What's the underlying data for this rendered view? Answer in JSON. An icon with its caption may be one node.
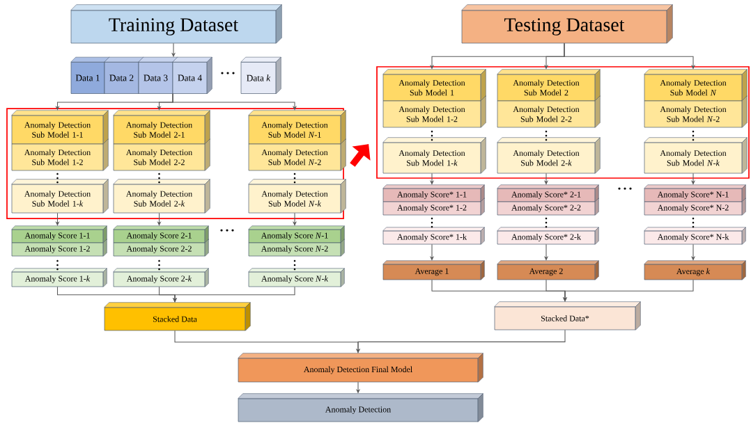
{
  "diagram": {
    "nodes": [
      {
        "text": [
          "Training Dataset"
        ]
      },
      {
        "text": [
          "Data 1"
        ]
      },
      {
        "text": [
          "Data 2"
        ]
      },
      {
        "text": [
          "Data 3"
        ]
      },
      {
        "text": [
          "Data 4"
        ]
      },
      {
        "text": [
          "Data *k*"
        ]
      },
      {
        "text": [],
        "shape": "box"
      },
      {
        "text": [
          "Anomaly Detection Sub Model 1-1"
        ],
        "in": 6
      },
      {
        "text": [
          "Anomaly Detection Sub Model 1-2"
        ],
        "in": 6
      },
      {
        "text": [
          "Anomaly Detection Sub Model 1-*k*"
        ],
        "in": 6
      },
      {
        "text": [
          "Anomaly Detection Sub Model 2-1"
        ],
        "in": 6
      },
      {
        "text": [
          "Anomaly Detection Sub Model 2-2"
        ],
        "in": 6
      },
      {
        "text": [
          "Anomaly Detection Sub Model 2-*k*"
        ],
        "in": 6
      },
      {
        "text": [
          "Anomaly Detection Sub Model *N*-1"
        ],
        "in": 6
      },
      {
        "text": [
          "Anomaly Detection Sub Model *N*-2"
        ],
        "in": 6
      },
      {
        "text": [
          "Anomaly Detection Sub Model *N*-*k*"
        ],
        "in": 6
      },
      {
        "text": [
          "Anomaly Score 1-1"
        ]
      },
      {
        "text": [
          "Anomaly Score 1-2"
        ]
      },
      {
        "text": [
          "Anomaly Score 1-*k*"
        ]
      },
      {
        "text": [
          "Anomaly Score 2-1"
        ]
      },
      {
        "text": [
          "Anomaly Score 2-2"
        ]
      },
      {
        "text": [
          "Anomaly Score 2-*k*"
        ]
      },
      {
        "text": [
          "Anomaly Score *N*-1"
        ]
      },
      {
        "text": [
          "Anomaly Score *N*-2"
        ]
      },
      {
        "text": [
          "Anomaly Score *N*-*k*"
        ]
      },
      {
        "text": [
          "Stacked Data"
        ]
      },
      {
        "text": [
          "Testing Dataset"
        ]
      },
      {
        "text": [],
        "shape": "box"
      },
      {
        "text": [
          "Anomaly Detection Sub Model 1"
        ],
        "in": 27
      },
      {
        "text": [
          "Anomaly Detection Sub Model 1-2"
        ],
        "in": 27
      },
      {
        "text": [
          "Anomaly Detection Sub Model 1-*k*"
        ],
        "in": 27
      },
      {
        "text": [
          "Anomaly Detection Sub Model 2"
        ],
        "in": 27
      },
      {
        "text": [
          "Anomaly Detection Sub Model 2-2"
        ],
        "in": 27
      },
      {
        "text": [
          "Anomaly Detection Sub Model 2-*k*"
        ],
        "in": 27
      },
      {
        "text": [
          "Anomaly Detection Sub Model *N*"
        ],
        "in": 27
      },
      {
        "text": [
          "Anomaly Detection Sub Model *N*-2"
        ],
        "in": 27
      },
      {
        "text": [
          "Anomaly Detection Sub Model *N*-*k*"
        ],
        "in": 27
      },
      {
        "text": [
          "Anomaly Score* 1-1"
        ]
      },
      {
        "text": [
          "Anomaly Score* 1-2"
        ]
      },
      {
        "text": [
          "Anomaly Score* 1-k"
        ]
      },
      {
        "text": [
          "Anomaly Score* 2-1"
        ]
      },
      {
        "text": [
          "Anomaly Score* 2-2"
        ]
      },
      {
        "text": [
          "Anomaly Score* 2-k"
        ]
      },
      {
        "text": [
          "Anomaly Score* N-1"
        ]
      },
      {
        "text": [
          "Anomaly Score* N-2"
        ]
      },
      {
        "text": [
          "Anomaly Score* N-k"
        ]
      },
      {
        "text": [
          "Average 1"
        ]
      },
      {
        "text": [
          "Average 2"
        ]
      },
      {
        "text": [
          "Average *k*"
        ]
      },
      {
        "text": [
          "Stacked Data*"
        ]
      },
      {
        "text": [
          "Anomaly Detection Final Model"
        ]
      },
      {
        "text": [
          "Anomaly Detection"
        ]
      }
    ],
    "edges": [
      {
        "from": 0,
        "to": 4,
        "arrow": "to"
      },
      {
        "from": 4,
        "to": 7,
        "arrow": "to"
      },
      {
        "from": 4,
        "to": 10,
        "arrow": "to"
      },
      {
        "from": 4,
        "to": 13,
        "arrow": "to"
      },
      {
        "from": 9,
        "to": 16,
        "arrow": "to"
      },
      {
        "from": 12,
        "to": 19,
        "arrow": "to"
      },
      {
        "from": 15,
        "to": 22,
        "arrow": "to"
      },
      {
        "from": 18,
        "to": 25,
        "arrow": "to"
      },
      {
        "from": 21,
        "to": 25,
        "arrow": "to"
      },
      {
        "from": 24,
        "to": 25,
        "arrow": "to"
      },
      {
        "from": 6,
        "to": 27,
        "arrow": "to",
        "style": "thick",
        "color": "#ff0000"
      },
      {
        "from": 26,
        "to": 28,
        "arrow": "to"
      },
      {
        "from": 26,
        "to": 31,
        "arrow": "to"
      },
      {
        "from": 26,
        "to": 34,
        "arrow": "to"
      },
      {
        "from": 30,
        "to": 37,
        "arrow": "to"
      },
      {
        "from": 33,
        "to": 40,
        "arrow": "to"
      },
      {
        "from": 36,
        "to": 43,
        "arrow": "to"
      },
      {
        "from": 39,
        "to": 46,
        "arrow": "to"
      },
      {
        "from": 42,
        "to": 47,
        "arrow": "to"
      },
      {
        "from": 45,
        "to": 48,
        "arrow": "to"
      },
      {
        "from": 46,
        "to": 49,
        "arrow": "to"
      },
      {
        "from": 47,
        "to": 49,
        "arrow": "to"
      },
      {
        "from": 48,
        "to": 49,
        "arrow": "to"
      },
      {
        "from": 25,
        "to": 50,
        "arrow": "to"
      },
      {
        "from": 49,
        "to": 50,
        "arrow": "to"
      },
      {
        "from": 50,
        "to": 51,
        "arrow": "to"
      }
    ]
  }
}
